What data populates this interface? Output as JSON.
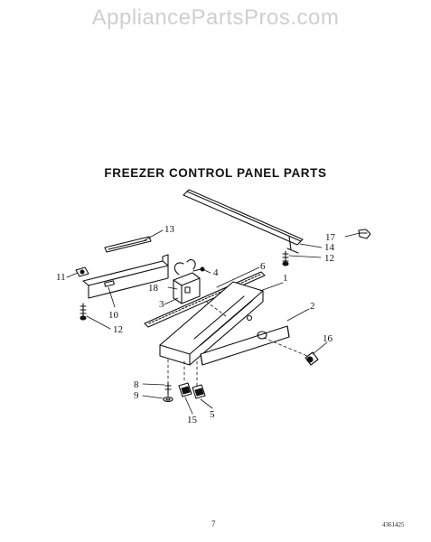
{
  "watermark": "AppliancePartsPros.com",
  "title": "FREEZER CONTROL PANEL PARTS",
  "callouts": [
    "1",
    "2",
    "3",
    "4",
    "5",
    "6",
    "8",
    "9",
    "10",
    "11",
    "12",
    "12",
    "13",
    "14",
    "15",
    "16",
    "17",
    "18"
  ],
  "footer": {
    "page": "7",
    "code": "4361425"
  }
}
